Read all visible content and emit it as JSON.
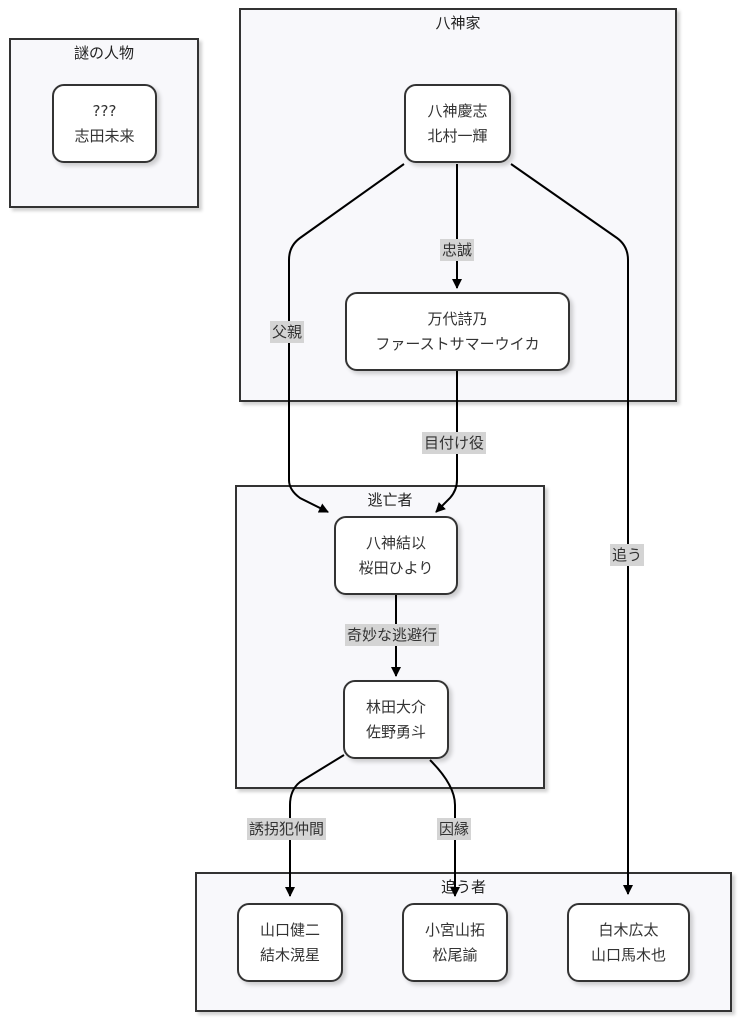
{
  "groups": {
    "mystery": {
      "title": "謎の人物"
    },
    "yagami": {
      "title": "八神家"
    },
    "fugitive": {
      "title": "逃亡者"
    },
    "pursuers": {
      "title": "追う者"
    }
  },
  "nodes": {
    "mystery_person": {
      "line1": "???",
      "line2": "志田未来"
    },
    "yagami_keishi": {
      "line1": "八神慶志",
      "line2": "北村一輝"
    },
    "mandai_shino": {
      "line1": "万代詩乃",
      "line2": "ファーストサマーウイカ"
    },
    "yagami_yui": {
      "line1": "八神結以",
      "line2": "桜田ひより"
    },
    "hayashida_daisuke": {
      "line1": "林田大介",
      "line2": "佐野勇斗"
    },
    "yamaguchi_kenji": {
      "line1": "山口健二",
      "line2": "結木滉星"
    },
    "komiya_yamataku": {
      "line1": "小宮山拓",
      "line2": "松尾諭"
    },
    "shiraki_kota": {
      "line1": "白木広太",
      "line2": "山口馬木也"
    }
  },
  "edges": {
    "loyalty": "忠誠",
    "father": "父親",
    "pursues": "追う",
    "supervisor": "目付け役",
    "strange_escape": "奇妙な逃避行",
    "kidnap_accomplice": "誘拐犯仲間",
    "fate": "因縁"
  },
  "colors": {
    "group_fill": "#f8f8fb",
    "border": "#333333",
    "node_fill": "#ffffff",
    "edge_label_bg": "#d4d4d4"
  }
}
